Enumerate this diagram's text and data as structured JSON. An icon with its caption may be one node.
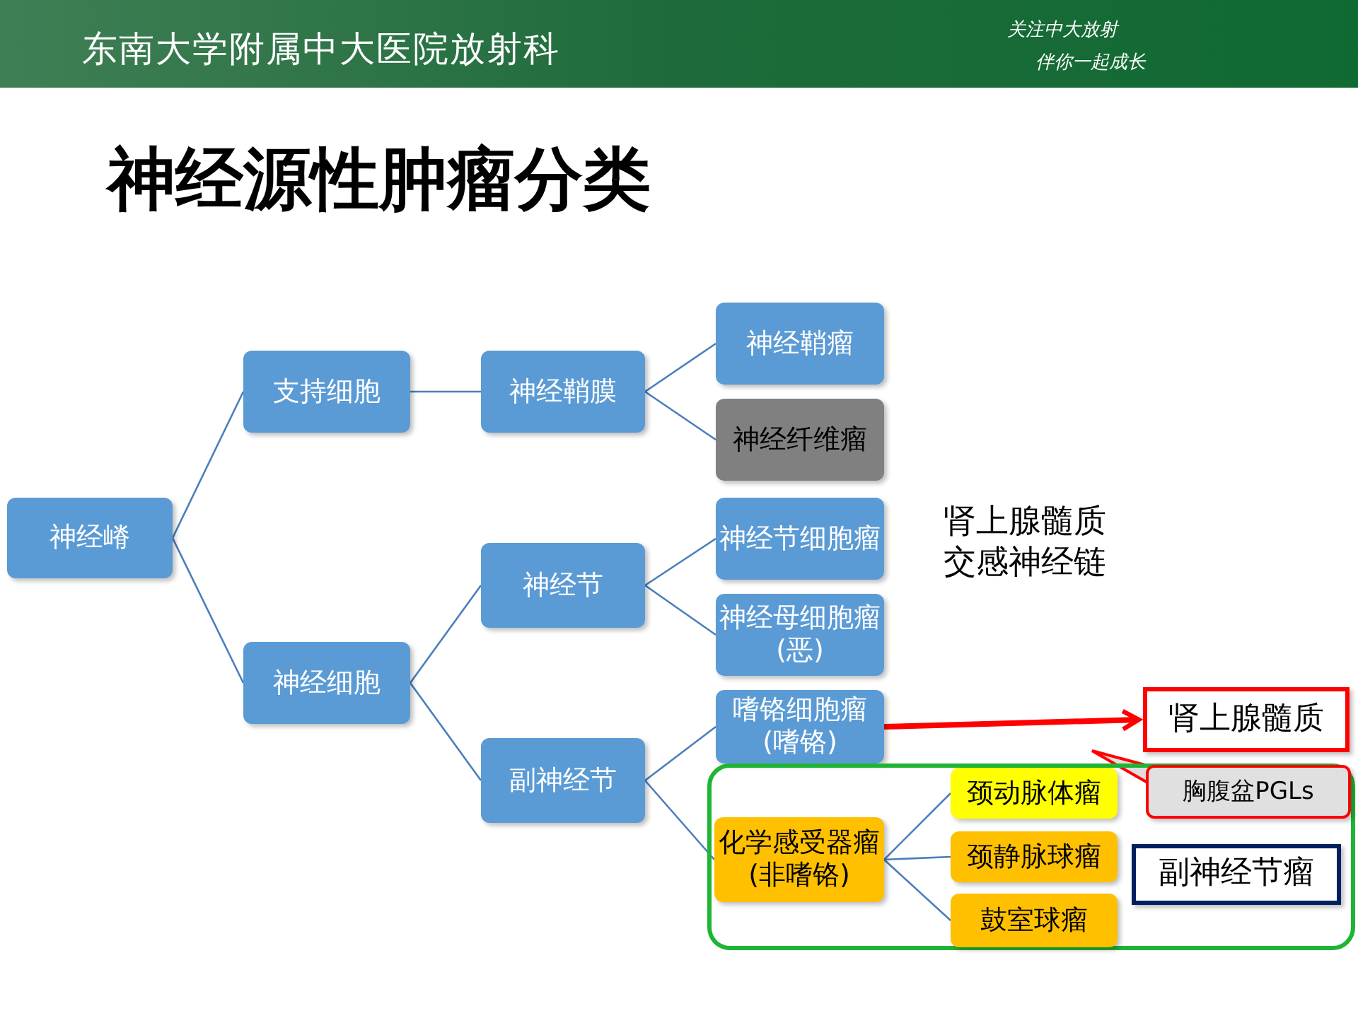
{
  "diagram": {
    "title": "神经源性肿瘤分类",
    "nodes": [
      {
        "text": [
          "神经嵴"
        ]
      },
      {
        "text": [
          "支持细胞"
        ]
      },
      {
        "text": [
          "神经鞘膜"
        ]
      },
      {
        "text": [
          "神经鞘瘤"
        ]
      },
      {
        "text": [
          "神经纤维瘤"
        ]
      },
      {
        "text": [
          "神经细胞"
        ]
      },
      {
        "text": [
          "神经节"
        ]
      },
      {
        "text": [
          "神经节细胞瘤"
        ]
      },
      {
        "text": [
          "神经母细胞瘤 (恶)"
        ]
      },
      {
        "text": [
          "副神经节"
        ]
      },
      {
        "text": [
          "嗜铬细胞瘤 (嗜铬)"
        ]
      },
      {
        "text": [],
        "shape": "box"
      },
      {
        "text": [
          "化学感受器瘤 (非嗜铬)"
        ],
        "in": 11
      },
      {
        "text": [
          "颈动脉体瘤"
        ],
        "in": 11
      },
      {
        "text": [
          "颈静脉球瘤"
        ],
        "in": 11
      },
      {
        "text": [
          "鼓室球瘤"
        ],
        "in": 11
      },
      {
        "text": [
          "副神经节瘤"
        ],
        "in": 11
      },
      {
        "text": [
          "肾上腺髓质"
        ]
      },
      {
        "text": [
          "胸腹盆PGLs"
        ],
        "in": 11
      }
    ],
    "edges": [
      {
        "from": 0,
        "to": 1,
        "arrow": "none"
      },
      {
        "from": 0,
        "to": 5,
        "arrow": "none"
      },
      {
        "from": 1,
        "to": 2,
        "arrow": "none"
      },
      {
        "from": 2,
        "to": 3,
        "arrow": "none"
      },
      {
        "from": 2,
        "to": 4,
        "arrow": "none"
      },
      {
        "from": 5,
        "to": 6,
        "arrow": "none"
      },
      {
        "from": 5,
        "to": 9,
        "arrow": "none"
      },
      {
        "from": 6,
        "to": 7,
        "arrow": "none"
      },
      {
        "from": 6,
        "to": 8,
        "arrow": "none"
      },
      {
        "from": 9,
        "to": 10,
        "arrow": "none"
      },
      {
        "from": 9,
        "to": 12,
        "arrow": "none"
      },
      {
        "from": 12,
        "to": 13,
        "arrow": "none"
      },
      {
        "from": 12,
        "to": 14,
        "arrow": "none"
      },
      {
        "from": 12,
        "to": 15,
        "arrow": "none"
      },
      {
        "from": 10,
        "to": 17,
        "arrow": "to",
        "style": "thick",
        "color": "#ff0000"
      }
    ],
    "labels": [
      "东南大学附属中大医院放射科",
      "关注中大放射",
      "伴你一起成长",
      "肾上腺髓质",
      "交感神经链"
    ]
  }
}
